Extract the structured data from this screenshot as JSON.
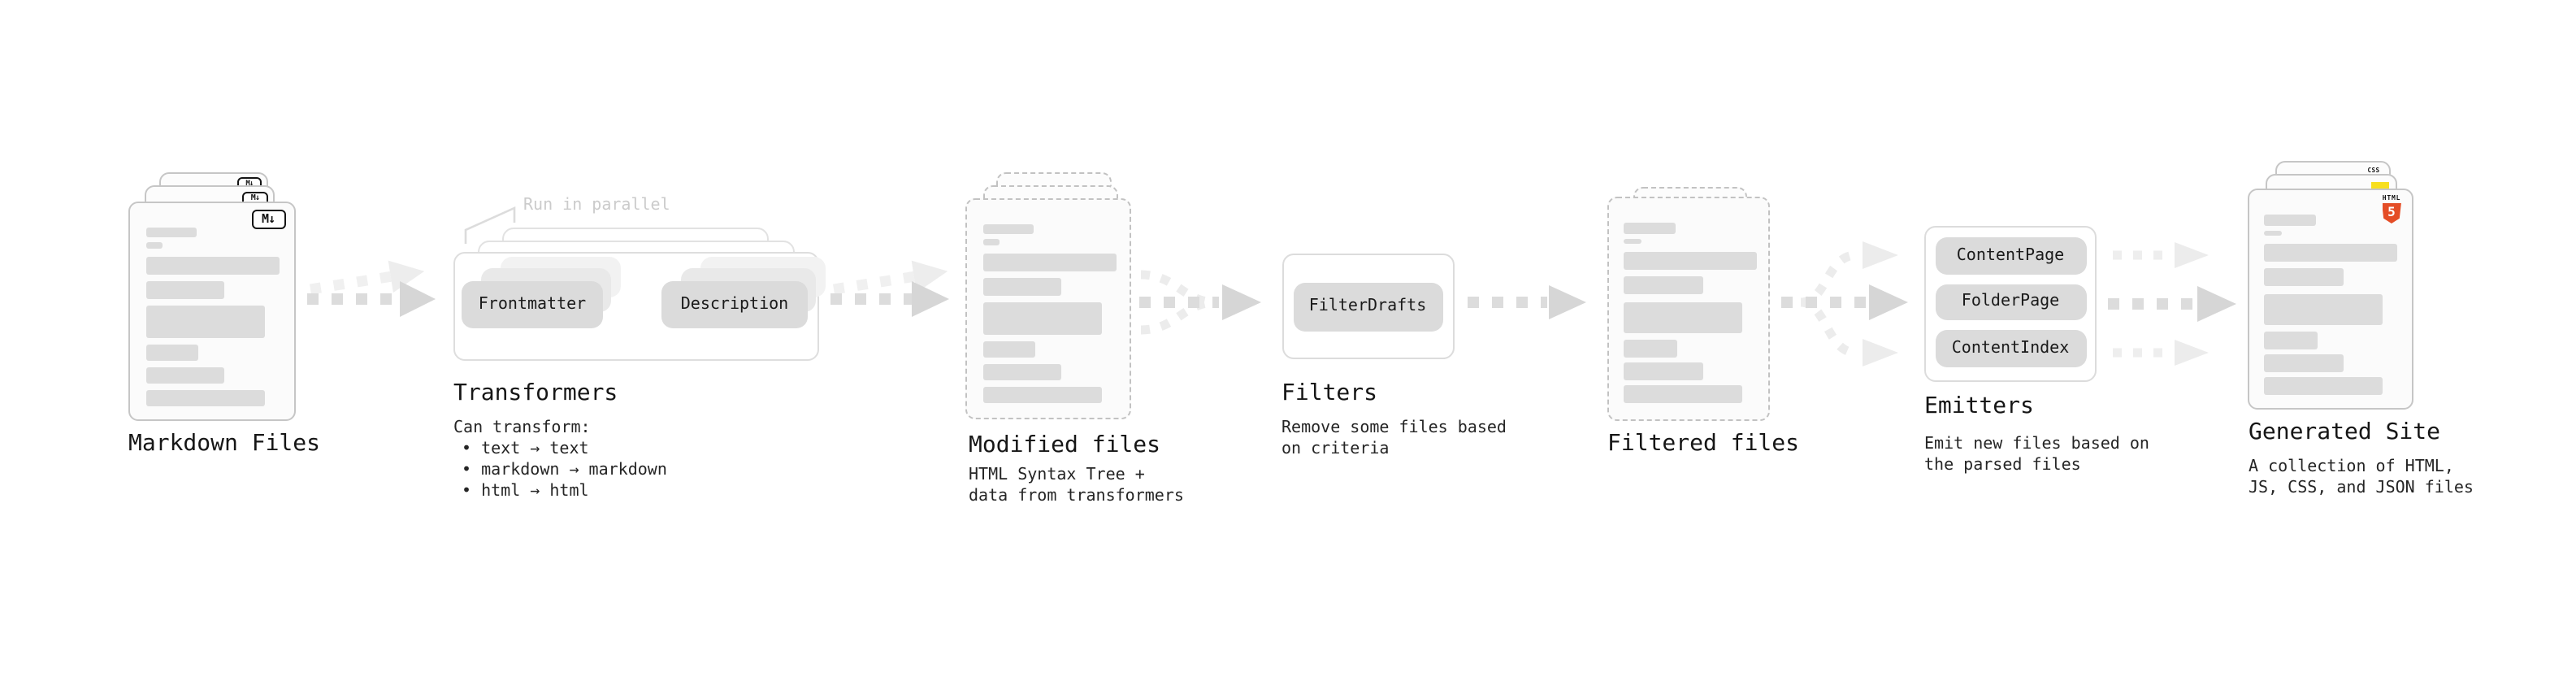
{
  "colors": {
    "arrow_main": "#dcdcdc",
    "arrow_head": "#d6d6d6",
    "arrow_faint": "#ececec",
    "html5_orange": "#e44d26",
    "js_yellow": "#f7df1e",
    "css_blue": "#2760e6",
    "text": "#1c1c1c",
    "muted_annotation": "#cbcbcb"
  },
  "stages": {
    "markdown": {
      "label": "Markdown Files",
      "badge": "M↓"
    },
    "transformers": {
      "annotation": "Run in parallel",
      "chip_frontmatter": "Frontmatter",
      "chip_description": "Description",
      "label": "Transformers",
      "caption_intro": "Can transform:",
      "bullets": [
        "• text → text",
        "• markdown → markdown",
        "• html → html"
      ]
    },
    "modified": {
      "label": "Modified files",
      "caption": "HTML Syntax Tree +\ndata from transformers"
    },
    "filters": {
      "label": "Filters",
      "chip": "FilterDrafts",
      "caption": "Remove some files based\non criteria"
    },
    "filtered": {
      "label": "Filtered files"
    },
    "emitters": {
      "label": "Emitters",
      "chips": [
        "ContentPage",
        "FolderPage",
        "ContentIndex"
      ],
      "caption": "Emit new files based on\nthe parsed files"
    },
    "generated": {
      "label": "Generated Site",
      "caption": "A collection of HTML,\nJS, CSS, and JSON files",
      "badge_css": "CSS",
      "badge_html": "HTML",
      "badge_html_number": "5"
    }
  }
}
